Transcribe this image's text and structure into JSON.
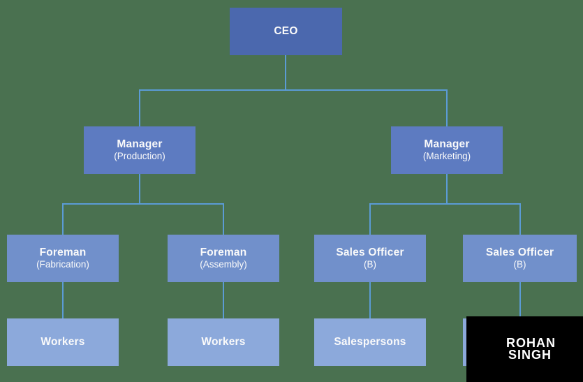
{
  "diagram": {
    "type": "org-chart",
    "background_color": "#4A7150",
    "connector_color": "#5B9BD5",
    "level_colors": {
      "level1": "#4B68AE",
      "level2": "#5D7BC1",
      "level3": "#7190CB",
      "level4": "#8CA9DB"
    },
    "text_color": "#FAFAFA",
    "nodes": {
      "ceo": {
        "title": "CEO"
      },
      "manager_production": {
        "title": "Manager",
        "subtitle": "(Production)",
        "reports_to": "ceo"
      },
      "manager_marketing": {
        "title": "Manager",
        "subtitle": "(Marketing)",
        "reports_to": "ceo"
      },
      "foreman_fabrication": {
        "title": "Foreman",
        "subtitle": "(Fabrication)",
        "reports_to": "manager_production"
      },
      "foreman_assembly": {
        "title": "Foreman",
        "subtitle": "(Assembly)",
        "reports_to": "manager_production"
      },
      "sales_officer_left": {
        "title": "Sales Officer",
        "subtitle": "(B)",
        "reports_to": "manager_marketing"
      },
      "sales_officer_right": {
        "title": "Sales Officer",
        "subtitle": "(B)",
        "reports_to": "manager_marketing"
      },
      "workers_fabrication": {
        "title": "Workers",
        "reports_to": "foreman_fabrication"
      },
      "workers_assembly": {
        "title": "Workers",
        "reports_to": "foreman_assembly"
      },
      "salespersons_left": {
        "title": "Salespersons",
        "reports_to": "sales_officer_left"
      },
      "obscured_box": {
        "title": "",
        "reports_to": "sales_officer_right"
      }
    }
  },
  "watermark": {
    "line1": "ROHAN",
    "line2": "SINGH",
    "background_color": "#000000",
    "text_color": "#FFFFFF"
  }
}
